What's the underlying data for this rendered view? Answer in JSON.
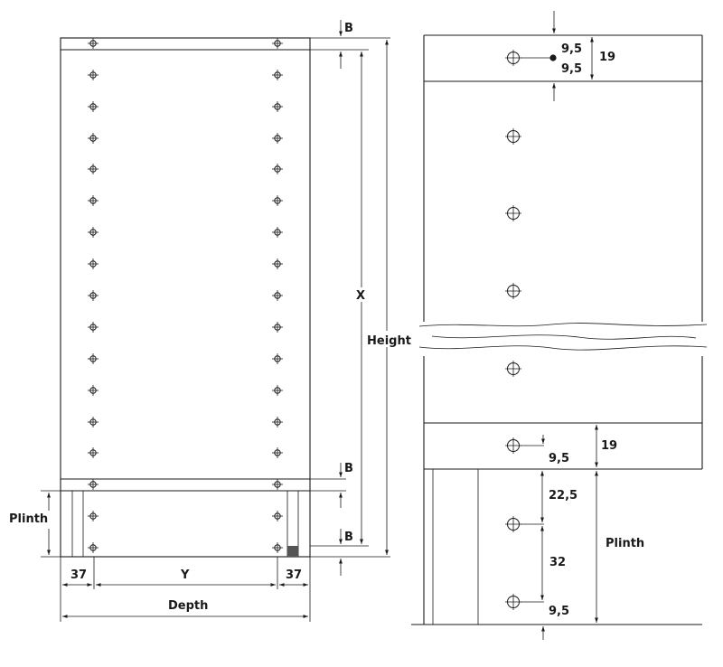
{
  "labels": {
    "b": "B",
    "x": "X",
    "height": "Height",
    "plinth": "Plinth",
    "y": "Y",
    "depth": "Depth",
    "side_offset": "37"
  },
  "detail": {
    "half_pitch": "9,5",
    "top_band": "19",
    "bottom_band": "19",
    "first_hole": "22,5",
    "hole_pitch": "32",
    "plinth": "Plinth"
  },
  "colors": {
    "line": "#1a1a1a",
    "background": "#ffffff",
    "fill_dark": "#333333"
  }
}
